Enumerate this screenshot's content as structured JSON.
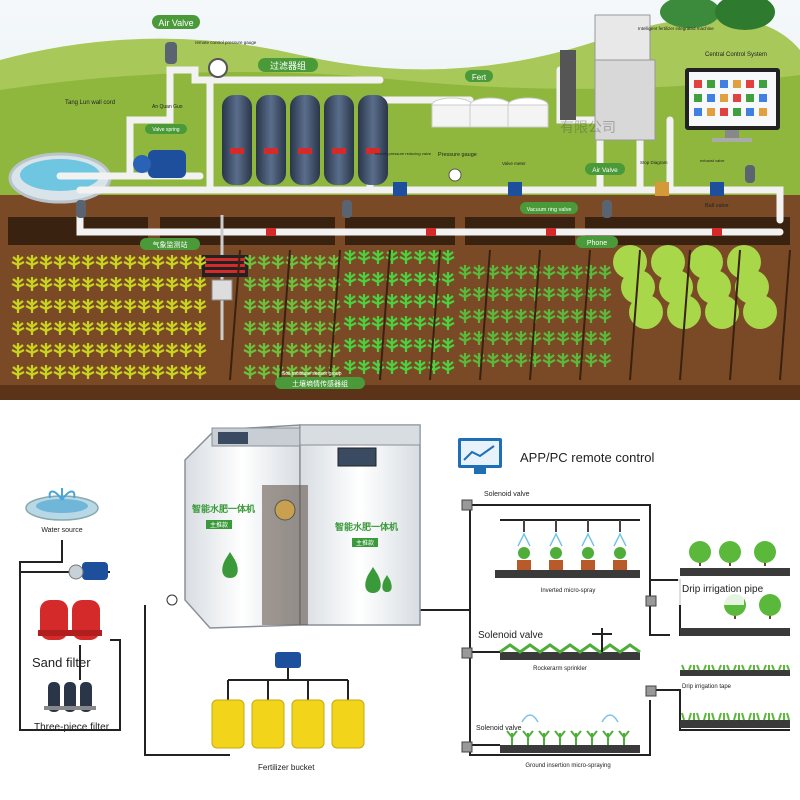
{
  "top": {
    "labels": {
      "air_valve_top": "Air Valve",
      "remote_pressure_gauge": "remote control pressure gauge",
      "filter_group_cn": "过滤器组",
      "fert": "Fert",
      "fertilizer_mixing_tank": "Intelligent fertilizer integrated machine",
      "control_system": "Central Control System",
      "tang_lun": "Tang Lun wall cord",
      "an_quan_guo": "An Quan Guo",
      "valve_spring": "Valve spring",
      "remote_pressure_valve": "remote pressure reducing valve",
      "pressure_gauge": "Pressure gauge",
      "valve_meter": "Valve meter",
      "air_valve_mid": "Air Valve",
      "stop_diagram": "Stop Diagram",
      "exhaust_valve": "exhaust valve",
      "vacuum_ring_valve": "Vacuum ring valve",
      "ball_valve": "Ball valve",
      "phone": "Phone",
      "weather_cn": "气象监测站",
      "soil_sensor": "Soil moisture sensor group",
      "soil_sensor_cn": "土壤墒情传感器组",
      "company_watermark": "有限公司"
    },
    "colors": {
      "sky": "#e8f0f4",
      "grass": "#8fb73e",
      "soil": "#7a4a26",
      "soil_dark": "#5a3318",
      "pipe": "#f2f2f2",
      "tank": "#3a4a60",
      "pump": "#1d4f9c",
      "label_bg": "#4a9a3a",
      "plant_green": "#6cc03c",
      "plant_yellow": "#c9d41e"
    }
  },
  "bottom": {
    "labels": {
      "app_pc": "APP/PC remote control",
      "solenoid_valve_1": "Solenoid valve",
      "water_source": "Water source",
      "sand_filter": "Sand filter",
      "three_piece_filter": "Three-piece filter",
      "machine_cn": "智能水肥一体机",
      "machine_cn_sub": "主推款",
      "inverted_micro_spray": "Inverted micro-spray",
      "solenoid_valve_2": "Solenoid valve",
      "rocker_sprinkler": "Rockerarm sprinkler",
      "solenoid_valve_3": "Solenoid valve",
      "ground_micro_spray": "Ground insertion micro-spraying",
      "fertilizer_bucket": "Fertilizer bucket",
      "drip_irrigation_pipe": "Drip irrigation pipe",
      "drip_tape": "Drip irrigation tape"
    },
    "colors": {
      "line": "#222222",
      "machine_body": "#f0f2f4",
      "machine_frame": "#8a9099",
      "machine_green": "#3a9a3a",
      "bucket": "#f2d51a",
      "sand_filter": "#d42a2a",
      "plant": "#4fae3a",
      "soil_bed": "#3a3a3a"
    }
  }
}
